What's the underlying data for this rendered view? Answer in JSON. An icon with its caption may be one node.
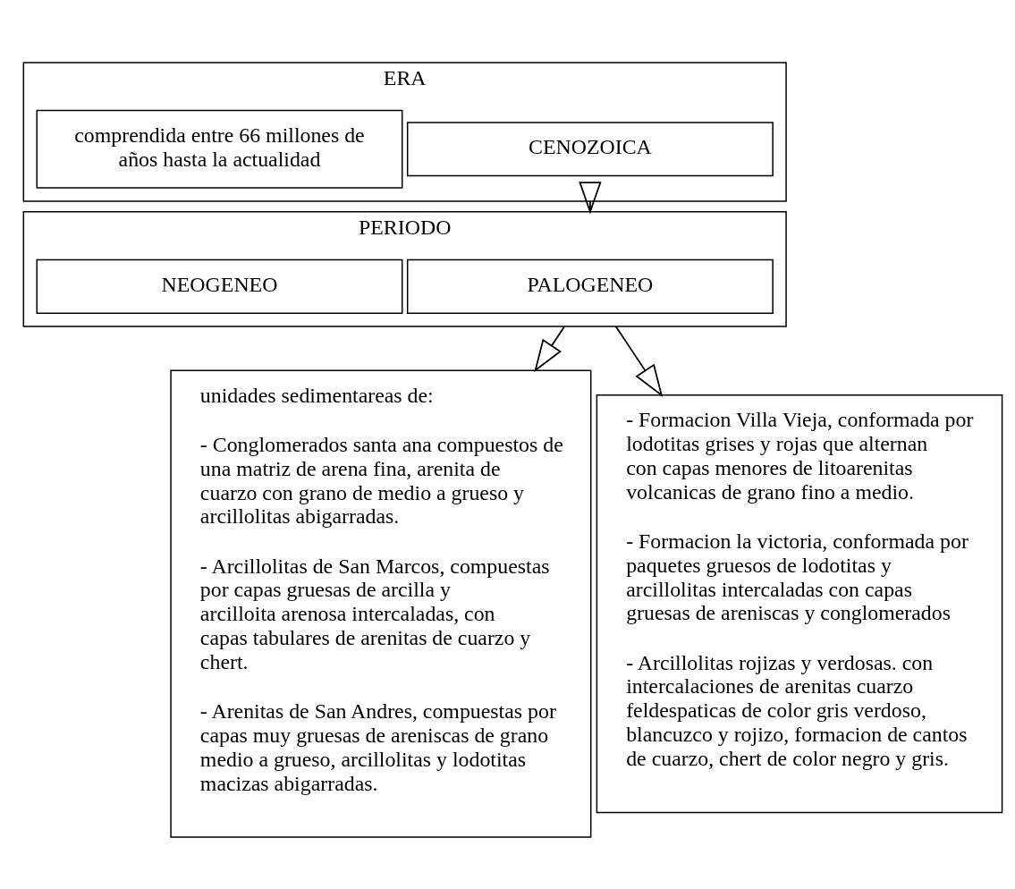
{
  "diagram": {
    "nodes": [
      {
        "text": [
          "ERA"
        ]
      },
      {
        "text": [
          "CENOZOICA"
        ],
        "in": 0
      },
      {
        "text": [
          "comprendida entre 66 millones de años hasta la actualidad"
        ],
        "in": 0
      },
      {
        "text": [
          "PERIODO"
        ]
      },
      {
        "text": [
          "PALOGENEO"
        ],
        "in": 3
      },
      {
        "text": [
          "NEOGENEO"
        ],
        "in": 3
      },
      {
        "text": [
          "unidades sedimentareas de:",
          "- Conglomerados santa ana compuestos de una matriz de arena fina, arenita de cuarzo con grano de medio a grueso y arcillolitas abigarradas.",
          "- Arcillolitas de San Marcos, compuestas por capas gruesas de arcilla y arcilloita arenosa intercaladas, con capas tabulares de arenitas de cuarzo y chert.",
          "- Arenitas de San Andres, compuestas por capas muy gruesas de areniscas de grano medio a grueso, arcillolitas y lodotitas macizas abigarradas."
        ]
      },
      {
        "text": [
          "- Formacion Villa Vieja, conformada por lodotitas grises y rojas que alternan con capas menores de litoarenitas volcanicas de grano fino a medio.",
          "- Formacion la victoria, conformada por paquetes gruesos de lodotitas y arcillolitas intercaladas con capas gruesas de areniscas y conglomerados",
          "- Arcillolitas rojizas y verdosas. con intercalaciones de arenitas cuarzo feldespaticas de color gris verdoso, blancuzco y rojizo, formacion de cantos de cuarzo, chert de color negro y gris."
        ]
      }
    ],
    "edges": [
      {
        "from": 0,
        "to": 3,
        "arrow": "to"
      },
      {
        "from": 3,
        "to": 6,
        "arrow": "to"
      },
      {
        "from": 3,
        "to": 7,
        "arrow": "to"
      }
    ]
  }
}
